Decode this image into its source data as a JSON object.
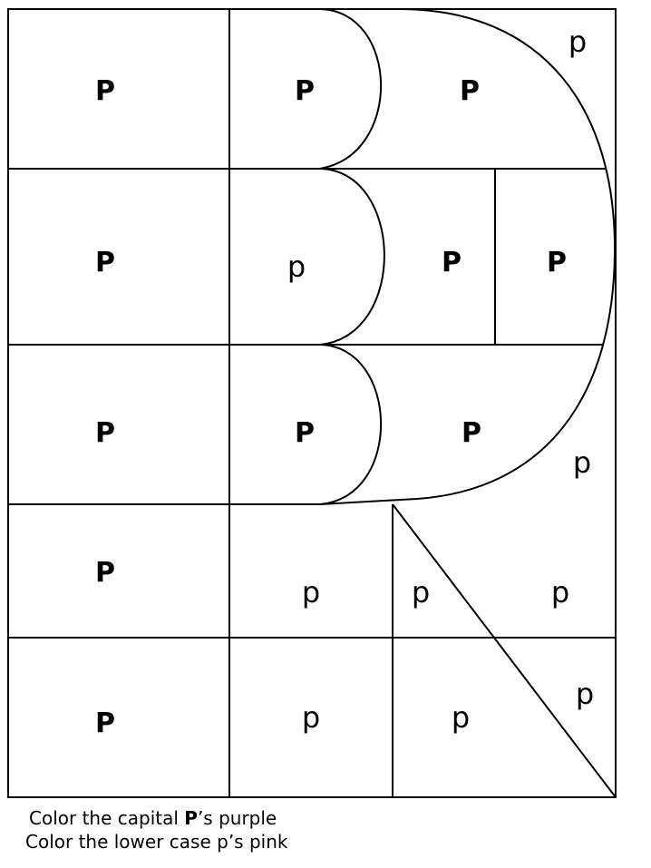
{
  "puzzle": {
    "cells": [
      {
        "id": "r1c1",
        "letter": "P"
      },
      {
        "id": "r1c2",
        "letter": "P"
      },
      {
        "id": "r1c3",
        "letter": "P"
      },
      {
        "id": "r1c4",
        "letter": "p"
      },
      {
        "id": "r2c1",
        "letter": "P"
      },
      {
        "id": "r2c2",
        "letter": "p"
      },
      {
        "id": "r2c3",
        "letter": "P"
      },
      {
        "id": "r2c4",
        "letter": "P"
      },
      {
        "id": "r3c1",
        "letter": "P"
      },
      {
        "id": "r3c2",
        "letter": "P"
      },
      {
        "id": "r3c3",
        "letter": "P"
      },
      {
        "id": "r3c4",
        "letter": "p"
      },
      {
        "id": "r4c1",
        "letter": "P"
      },
      {
        "id": "r4c2",
        "letter": "p"
      },
      {
        "id": "r4c3",
        "letter": "p"
      },
      {
        "id": "r4c4",
        "letter": "p"
      },
      {
        "id": "r5c1",
        "letter": "P"
      },
      {
        "id": "r5c2",
        "letter": "p"
      },
      {
        "id": "r5c3",
        "letter": "p"
      },
      {
        "id": "r5c4",
        "letter": "p"
      }
    ]
  },
  "instructions": {
    "line1_prefix": "Color the capital ",
    "line1_letter": "P",
    "line1_suffix": "’s purple",
    "line2": "Color the lower case p’s pink"
  }
}
